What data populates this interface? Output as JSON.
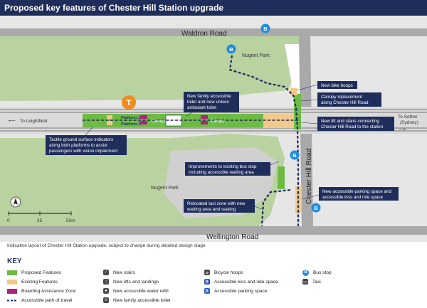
{
  "title": "Proposed key features of Chester Hill Station upgrade",
  "map": {
    "roads": {
      "waldron": "Waldron Road",
      "wellington": "Wellington Road",
      "chester_hill": "Chester Hill Road"
    },
    "places": {
      "nugent_park_top": "Nugent Park",
      "nugent_park_bottom": "Nugent Park",
      "platform1": "Platform 1",
      "platform2": "Platform 2",
      "canopy1": "Canopy",
      "canopy2": "Canopy",
      "to_leightfield": "To Leightfield",
      "to_sefton_1": "To Sefton",
      "to_sefton_2": "(Sydney)"
    },
    "callouts": {
      "bike_hoops": "New bike hoops",
      "canopy_1": "Canopy replacement",
      "canopy_2": "along Chester Hill Road",
      "lift_1": "New lift and stairs connecting",
      "lift_2": "Chester Hill Road to the station",
      "toilet_1": "New family accessible",
      "toilet_2": "toilet and new unisex",
      "toilet_3": "ambulant toilet",
      "tactile_1": "Tactile ground surface indicators",
      "tactile_2": "along both platforms to assist",
      "tactile_3": "passengers with vision impairment",
      "busstop_1": "Improvements to existing bus stop",
      "busstop_2": "including accessible waiting area",
      "parking_1": "New accessible parking space and",
      "parking_2": "accessible kiss and ride space",
      "taxi_1": "Relocated taxi zone with new",
      "taxi_2": "waiting area and seating"
    },
    "scale": {
      "zero": "0",
      "mid": "25",
      "end": "50m"
    },
    "badges": {
      "bus": "B",
      "train": "T"
    }
  },
  "caption": "Indicative layout of Chester Hill Station upgrade, subject to change during detailed design stage",
  "key": {
    "heading": "KEY",
    "items": [
      {
        "label": "Proposed Features",
        "color": "#6dbb45"
      },
      {
        "label": "Existing Features",
        "color": "#f2c98a"
      },
      {
        "label": "Boarding Assistance Zone",
        "color": "#b0217c"
      },
      {
        "label": "Accessible path of travel",
        "color": "#1e2d5a"
      },
      {
        "label": "New stairs",
        "icon": "stairs-icon"
      },
      {
        "label": "New lifts and landings",
        "icon": "lift-icon"
      },
      {
        "label": "New accessible water refill",
        "icon": "water-refill-icon"
      },
      {
        "label": "New family accessible toilet",
        "icon": "family-toilet-icon"
      },
      {
        "label": "Bicycle hoops",
        "icon": "bicycle-icon"
      },
      {
        "label": "Accessible kiss and ride space",
        "icon": "kiss-and-ride-icon"
      },
      {
        "label": "Accessible parking space",
        "icon": "accessible-parking-icon"
      },
      {
        "label": "Bus stop",
        "icon": "bus-stop-icon",
        "glyph": "B"
      },
      {
        "label": "Taxi",
        "icon": "taxi-icon"
      }
    ]
  },
  "colors": {
    "navy": "#1e2d5a",
    "proposed_green": "#6dbb45",
    "existing_beige": "#f2c98a",
    "boarding_magenta": "#b0217c",
    "park_green": "#b9d3a0",
    "road": "#a9a9a9",
    "bus_blue": "#1a8ee0",
    "train_orange": "#f08c1e"
  }
}
